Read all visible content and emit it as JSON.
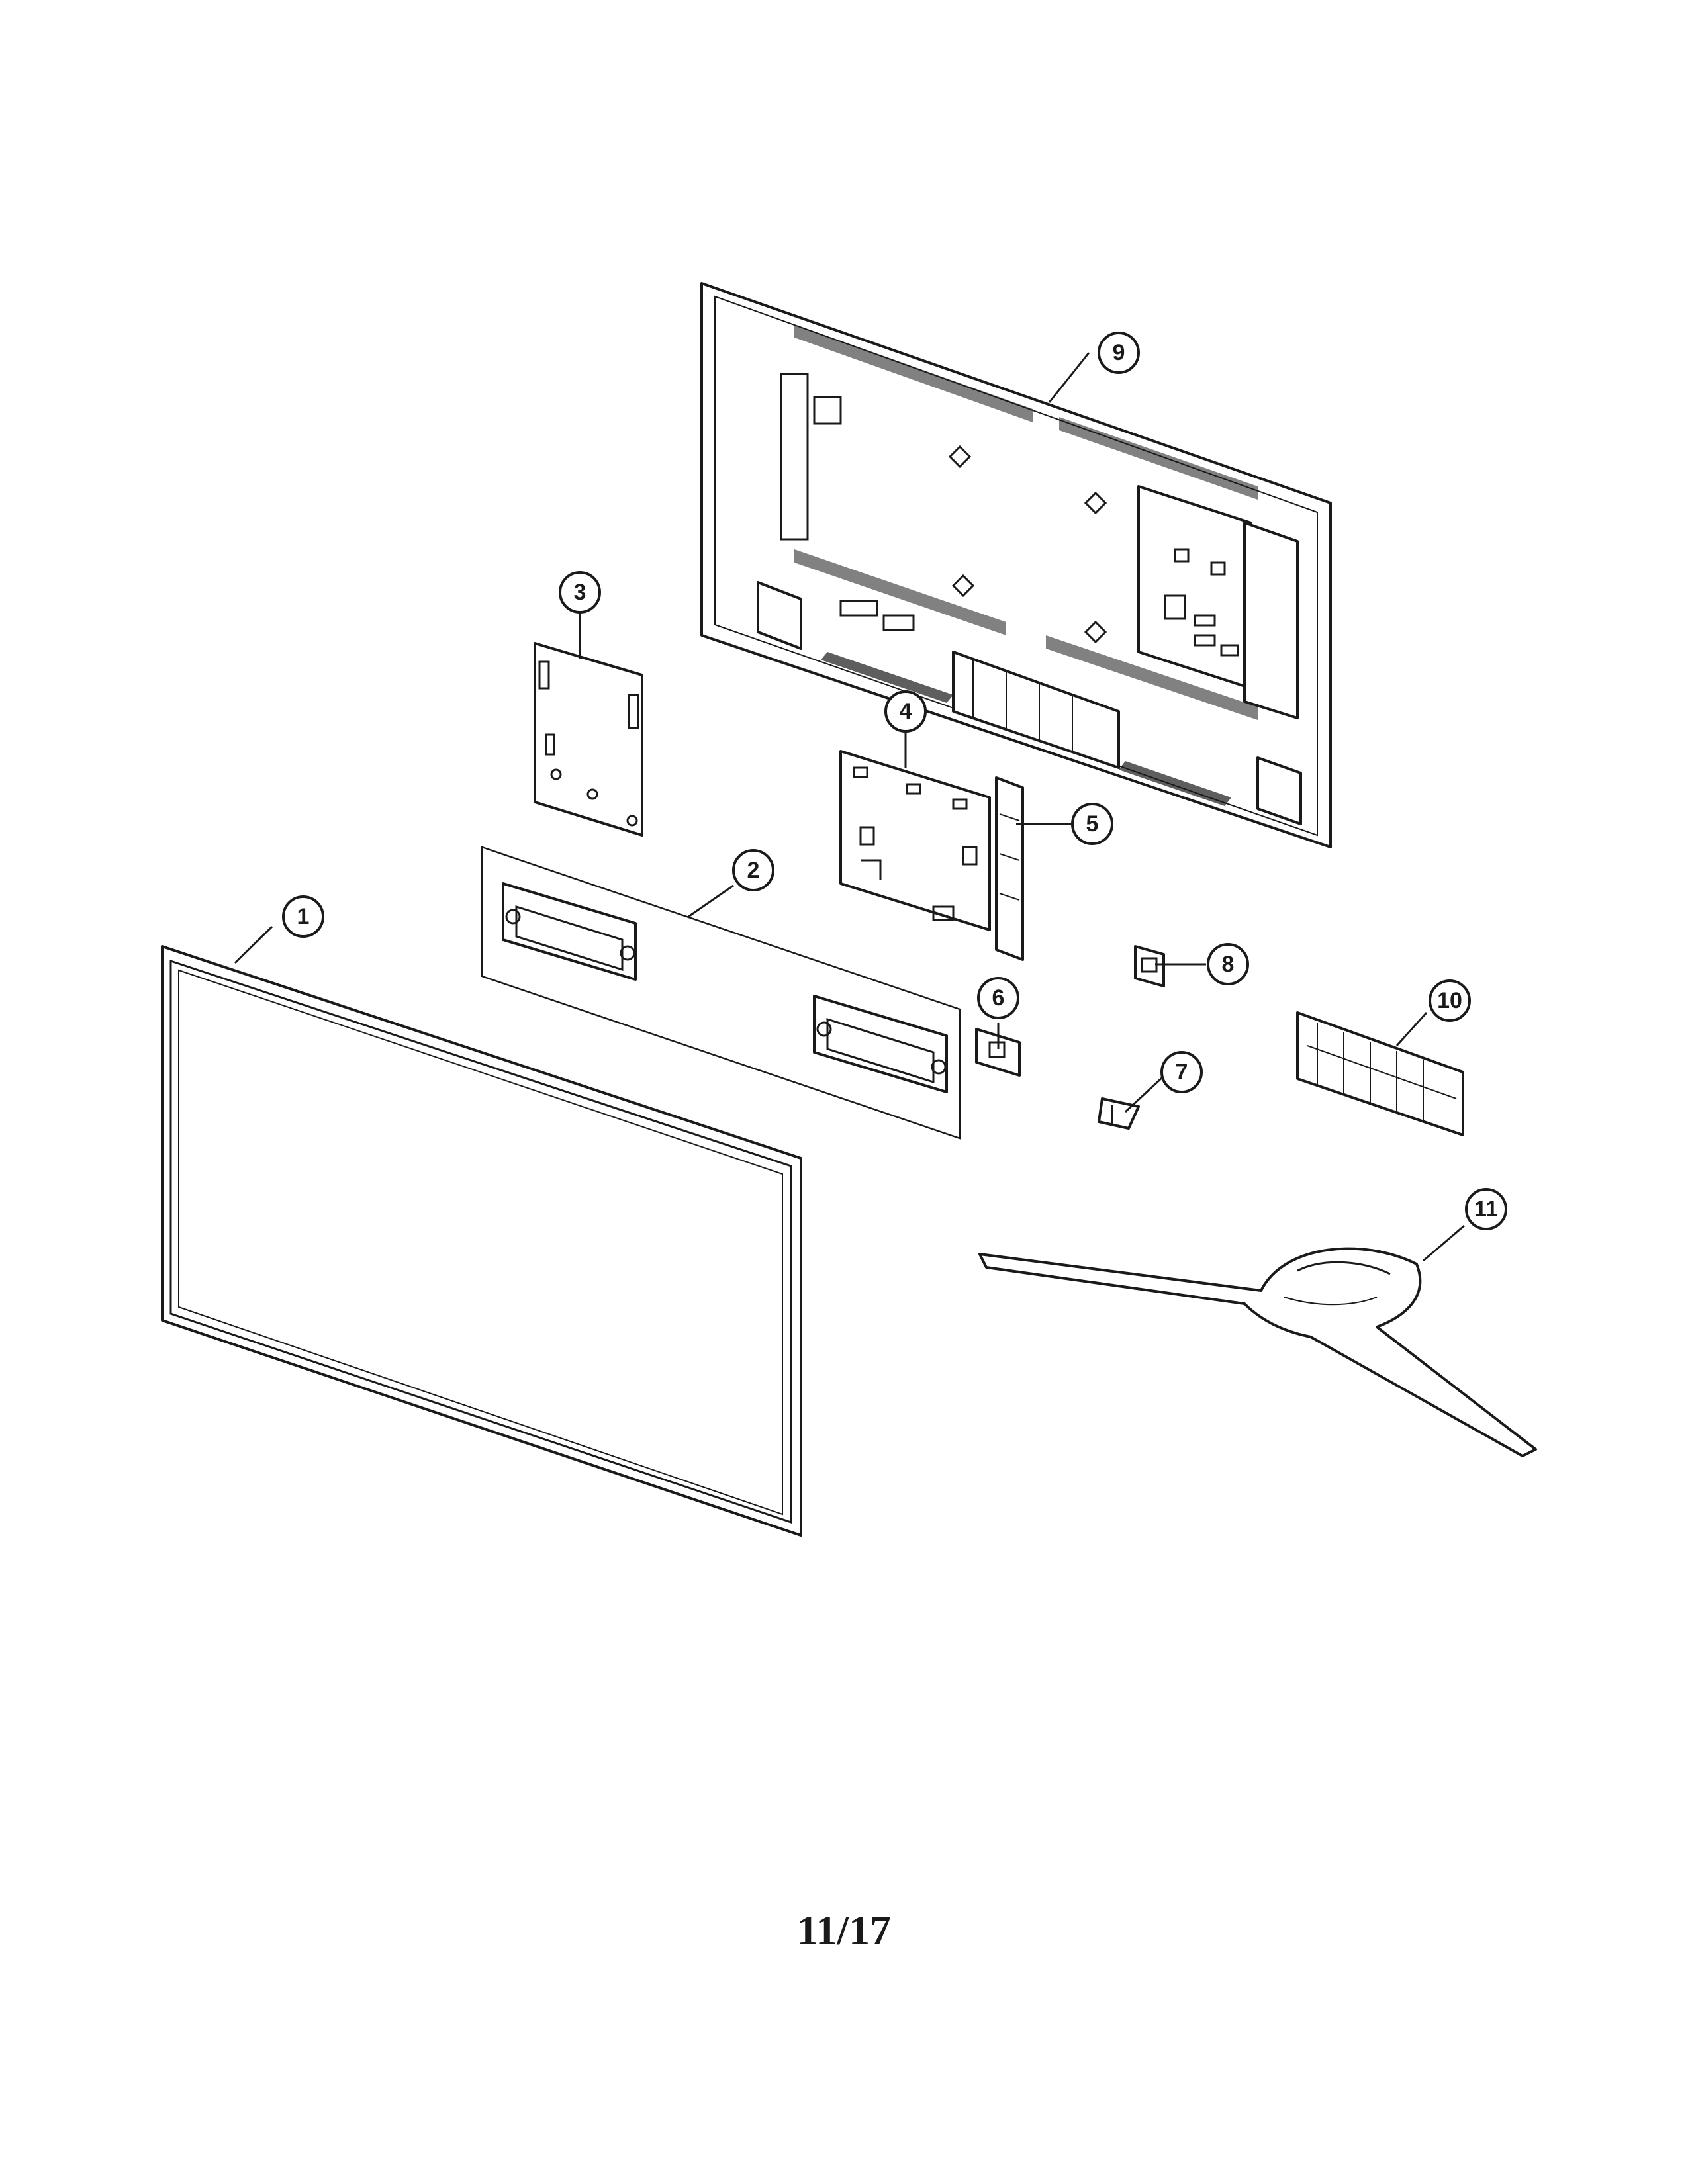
{
  "callouts": [
    "1",
    "2",
    "3",
    "4",
    "5",
    "6",
    "7",
    "8",
    "9",
    "10",
    "11"
  ],
  "page_number": "11/17"
}
